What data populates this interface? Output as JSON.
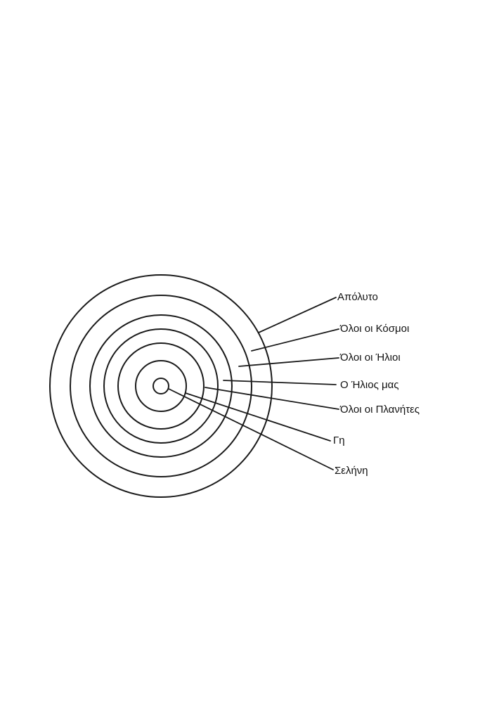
{
  "diagram": {
    "stroke_color": "#1a1a1a",
    "text_color": "#111111",
    "labels": [
      {
        "text": "Απόλυτο"
      },
      {
        "text": "Όλοι οι Κόσμοι"
      },
      {
        "text": "Όλοι οι Ήλιοι"
      },
      {
        "text": "Ο Ήλιος μας"
      },
      {
        "text": "Όλοι οι Πλανήτες"
      },
      {
        "text": "Γη"
      },
      {
        "text": "Σελήνη"
      }
    ]
  }
}
